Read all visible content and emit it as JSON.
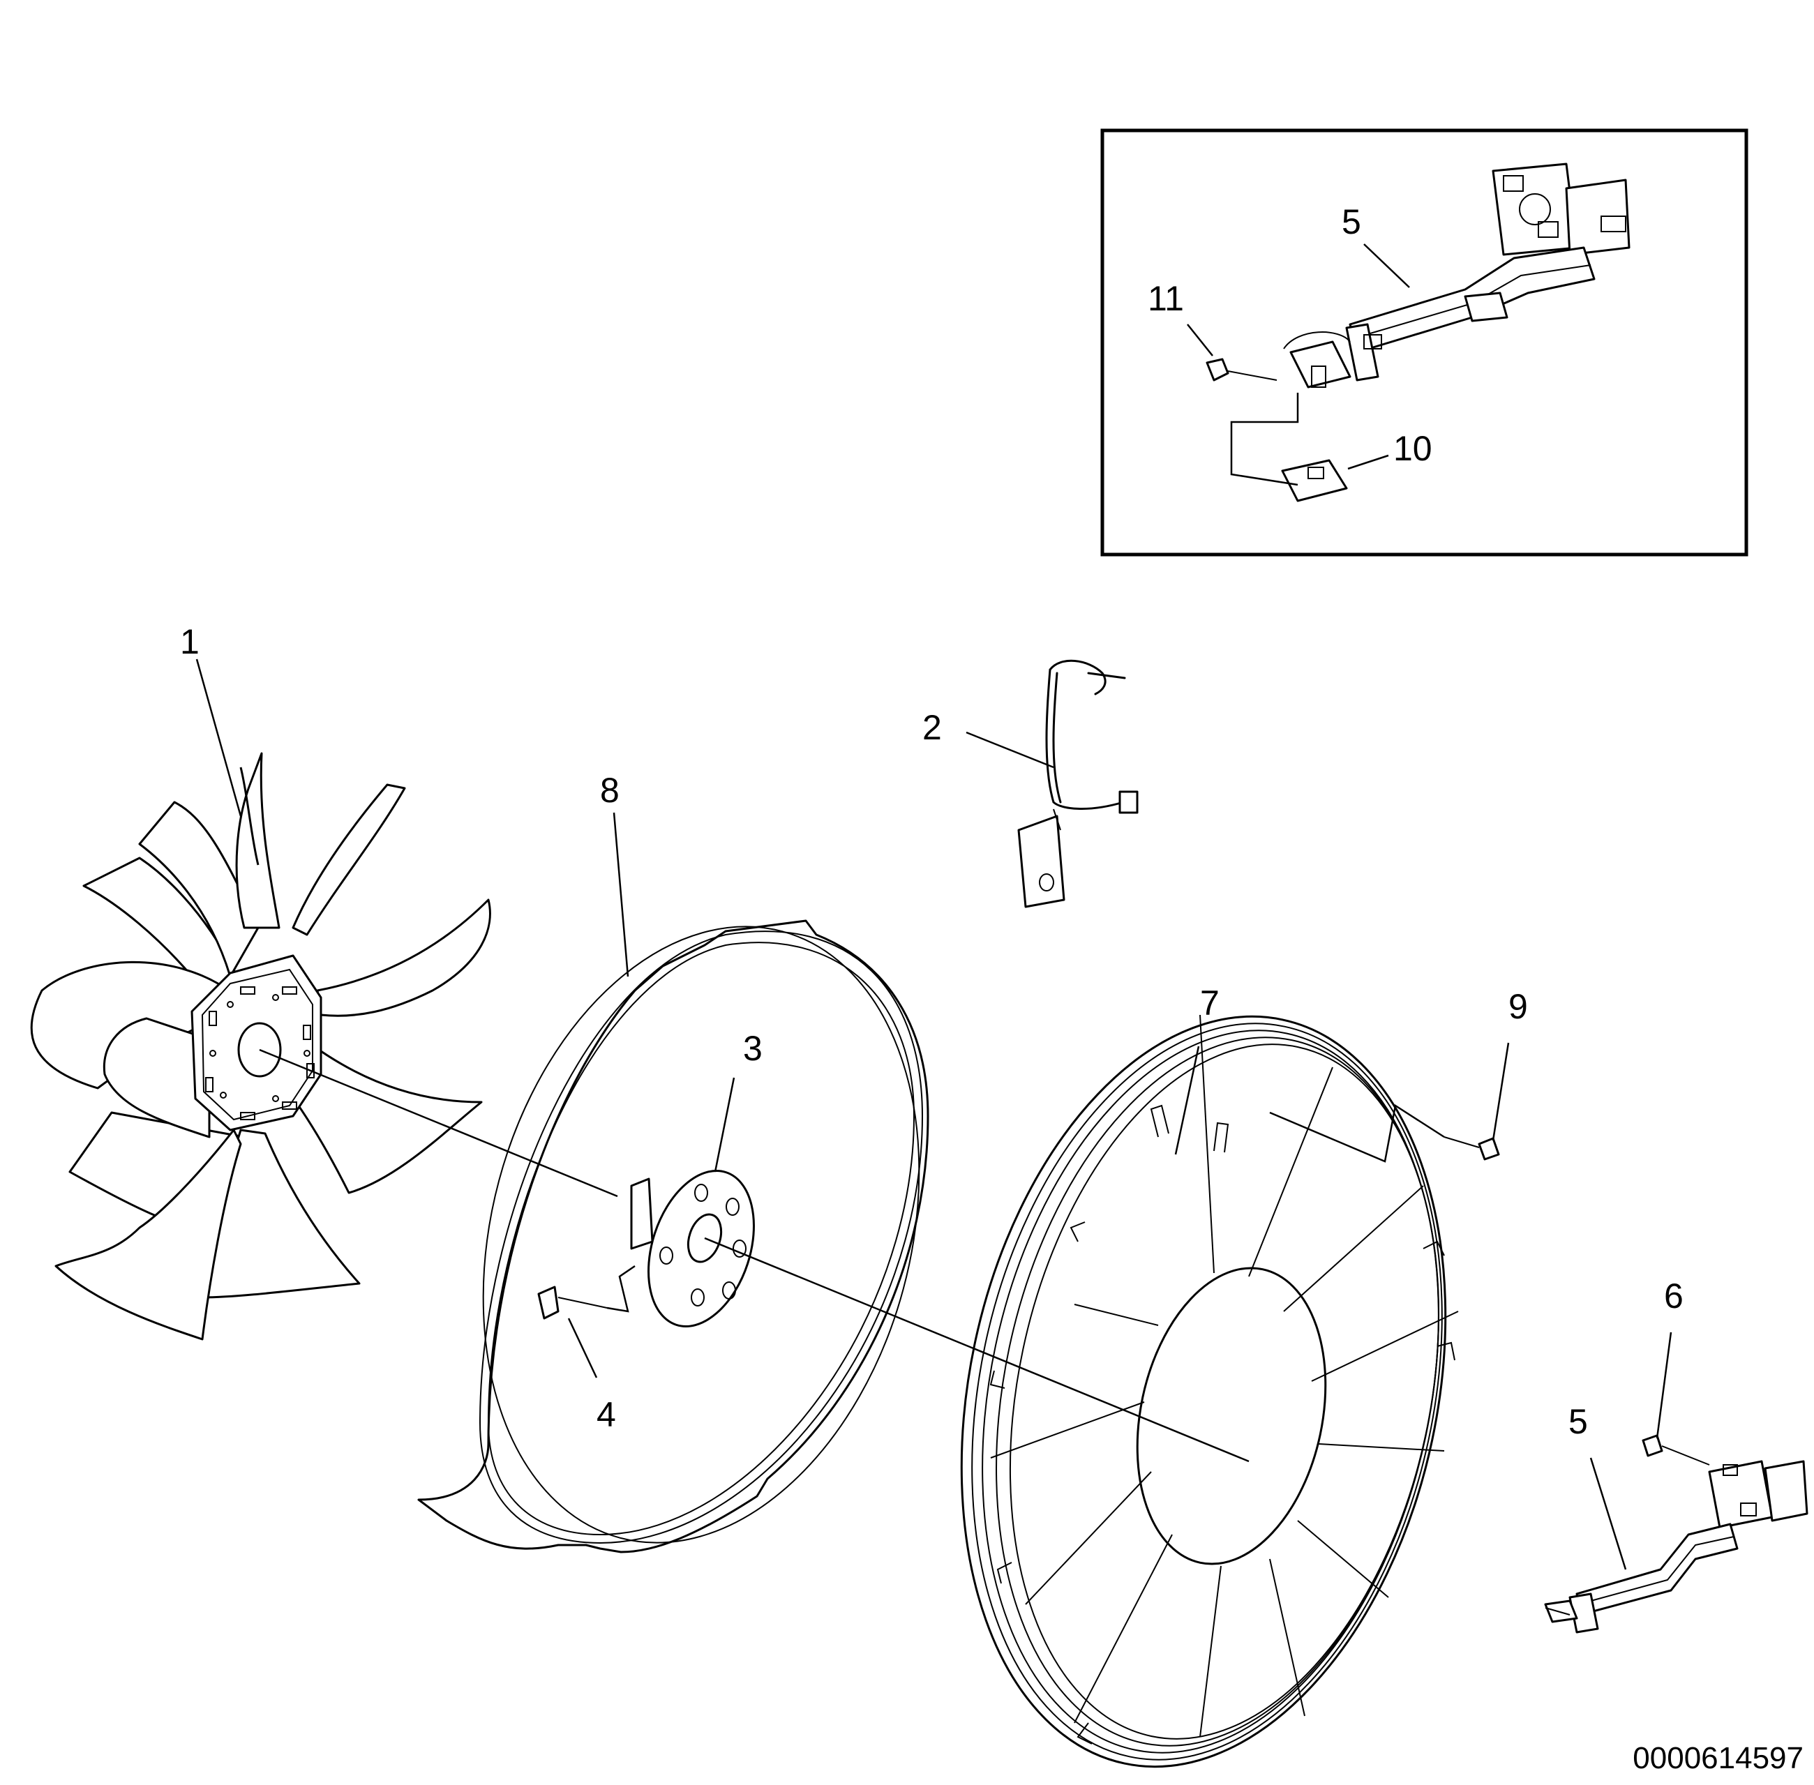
{
  "callouts": {
    "c1": "1",
    "c2": "2",
    "c3": "3",
    "c4": "4",
    "c5_inset": "5",
    "c5_main": "5",
    "c6": "6",
    "c7": "7",
    "c8": "8",
    "c9": "9",
    "c10": "10",
    "c11": "11"
  },
  "document_number": "0000614597"
}
